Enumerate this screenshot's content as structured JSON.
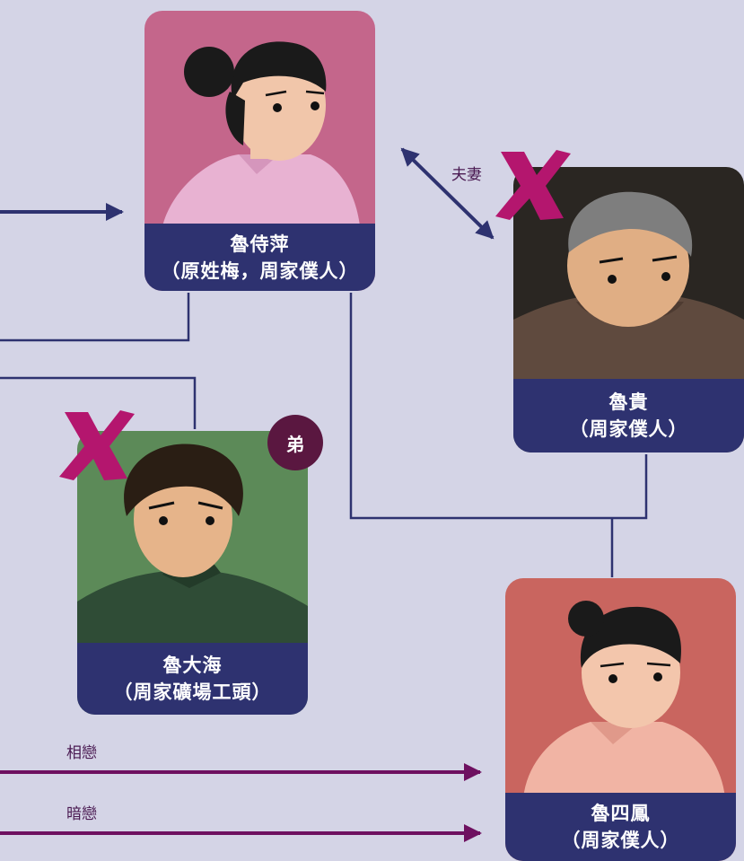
{
  "people": {
    "lu_shiping": {
      "name": "魯侍萍",
      "role": "（原姓梅，周家僕人）"
    },
    "lu_gui": {
      "name": "魯貴",
      "role": "（周家僕人）"
    },
    "lu_dahai": {
      "name": "魯大海",
      "role": "（周家礦場工頭）"
    },
    "lu_sifeng": {
      "name": "魯四鳳",
      "role": "（周家僕人）"
    }
  },
  "relations": {
    "spouse": "夫妻",
    "brother_badge": "弟",
    "in_love": "相戀",
    "secret_love": "暗戀"
  },
  "colors": {
    "background": "#d4d4e6",
    "name_plate": "#2e3270",
    "connector": "#2e3270",
    "love_arrow": "#6e1060",
    "deceased_mark": "#b4166e"
  }
}
